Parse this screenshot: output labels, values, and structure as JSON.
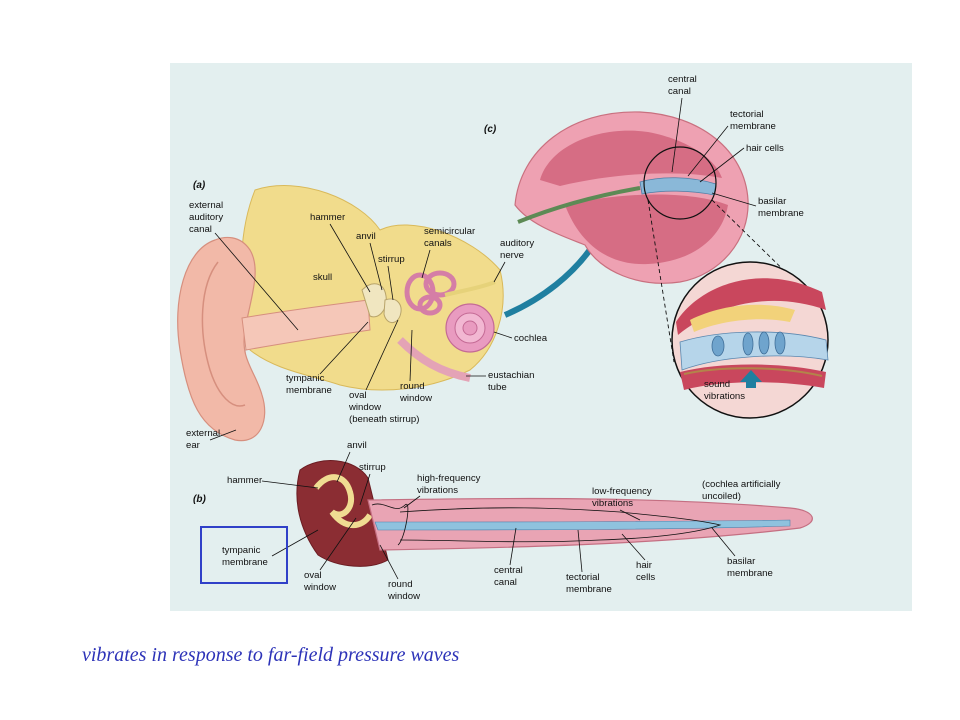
{
  "figure": {
    "panel_a": {
      "tag": "(a)",
      "labels": {
        "external_auditory_canal": [
          "external",
          "auditory",
          "canal"
        ],
        "hammer": "hammer",
        "anvil": "anvil",
        "semicircular_canals": [
          "semicircular",
          "canals"
        ],
        "auditory_nerve": [
          "auditory",
          "nerve"
        ],
        "skull": "skull",
        "stirrup": "stirrup",
        "cochlea": "cochlea",
        "tympanic_membrane": [
          "tympanic",
          "membrane"
        ],
        "oval_window": [
          "oval",
          "window",
          "(beneath stirrup)"
        ],
        "round_window": [
          "round",
          "window"
        ],
        "eustachian_tube": [
          "eustachian",
          "tube"
        ],
        "external_ear": [
          "external",
          "ear"
        ]
      }
    },
    "panel_c": {
      "tag": "(c)",
      "labels": {
        "central_canal": [
          "central",
          "canal"
        ],
        "tectorial_membrane": [
          "tectorial",
          "membrane"
        ],
        "hair_cells": "hair cells",
        "basilar_membrane": [
          "basilar",
          "membrane"
        ],
        "sound_vibrations": [
          "sound",
          "vibrations"
        ]
      }
    },
    "panel_b": {
      "tag": "(b)",
      "labels": {
        "anvil": "anvil",
        "hammer": "hammer",
        "stirrup": "stirrup",
        "high_frequency_vibrations": [
          "high-frequency",
          "vibrations"
        ],
        "low_frequency_vibrations": [
          "low-frequency",
          "vibrations"
        ],
        "cochlea_uncoiled": [
          "(cochlea artificially",
          "uncoiled)"
        ],
        "tympanic_membrane": [
          "tympanic",
          "membrane"
        ],
        "oval_window": [
          "oval",
          "window"
        ],
        "round_window": [
          "round",
          "window"
        ],
        "central_canal": [
          "central",
          "canal"
        ],
        "tectorial_membrane": [
          "tectorial",
          "membrane"
        ],
        "hair_cells": [
          "hair",
          "cells"
        ],
        "basilar_membrane": [
          "basilar",
          "membrane"
        ]
      }
    }
  },
  "caption": "vibrates in response to far-field pressure waves",
  "colors": {
    "highlight_box": "#3040c8",
    "caption_text": "#2d33b8",
    "figure_background": "#e3efef",
    "arrow": "#1f7fa0"
  }
}
